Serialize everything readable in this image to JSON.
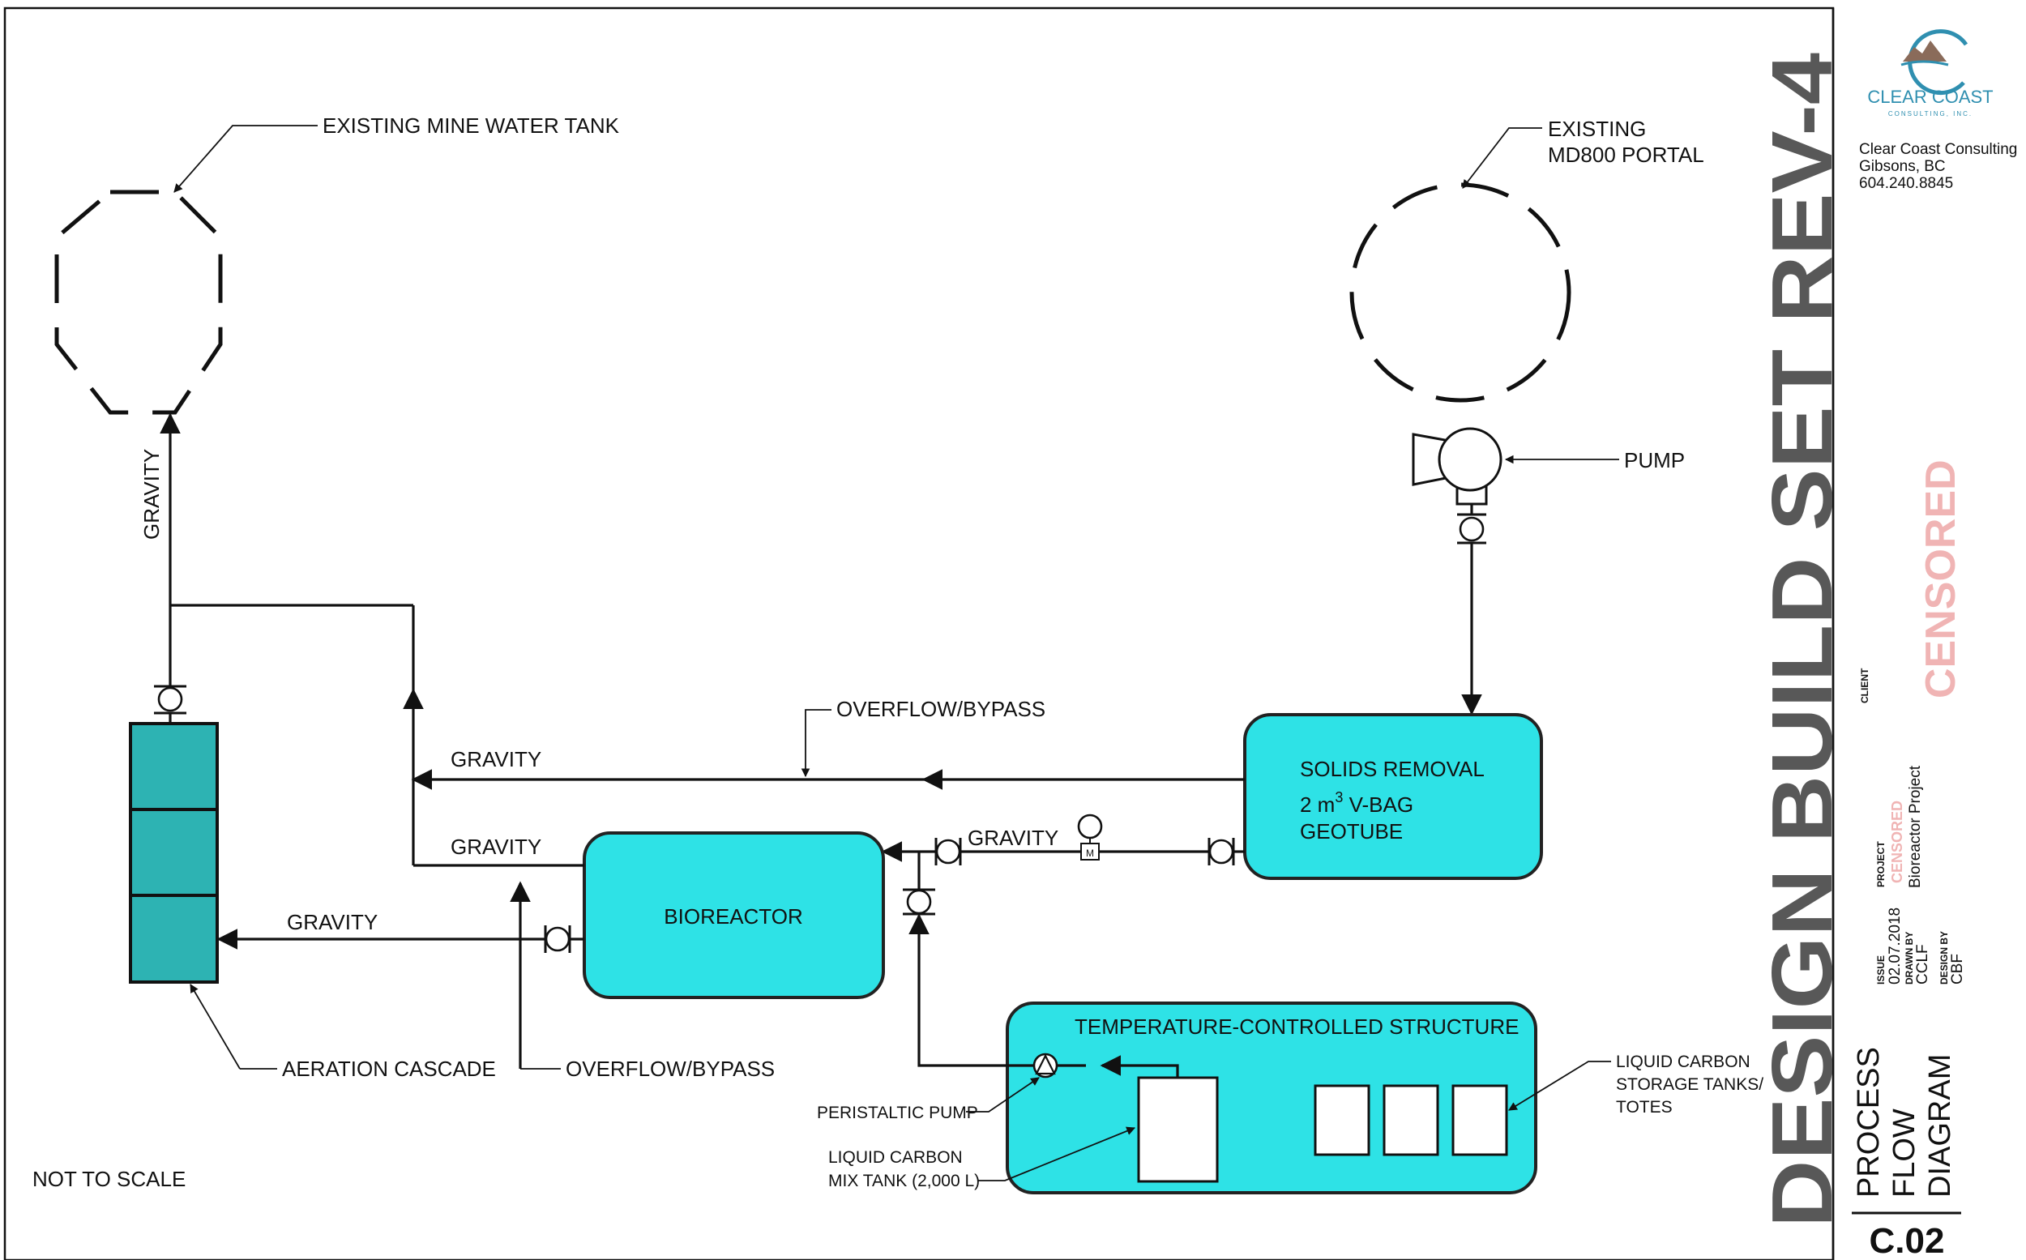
{
  "labels": {
    "existing_tank": "EXISTING MINE WATER TANK",
    "portal_line1": "EXISTING",
    "portal_line2": "MD800 PORTAL",
    "pump": "PUMP",
    "gravity": "GRAVITY",
    "overflow_bypass": "OVERFLOW/BYPASS",
    "solids_line1": "SOLIDS REMOVAL",
    "solids_line2_a": "2 m",
    "solids_line2_sup": "3",
    "solids_line2_b": " V-BAG",
    "solids_line3": "GEOTUBE",
    "bioreactor": "BIOREACTOR",
    "temp_structure": "TEMPERATURE-CONTROLLED STRUCTURE",
    "aeration_cascade": "AERATION CASCADE",
    "peristaltic_pump": "PERISTALTIC PUMP",
    "mix_tank_line1": "LIQUID CARBON",
    "mix_tank_line2": "MIX TANK (2,000 L)",
    "storage_line1": "LIQUID CARBON",
    "storage_line2": "STORAGE TANKS/",
    "storage_line3": "TOTES",
    "not_to_scale": "NOT TO SCALE",
    "meter_symbol": "M"
  },
  "title_block": {
    "logo_line1": "CLEAR COAST",
    "logo_line2": "CONSULTING, INC.",
    "company": "Clear Coast Consulting",
    "city": "Gibsons, BC",
    "phone": "604.240.8845",
    "stamp": "DESIGN BUILD SET REV-4",
    "client_label": "CLIENT",
    "client_value": "CENSORED",
    "project_label": "PROJECT",
    "project_censored": "CENSORED",
    "project_value": "Bioreactor Project",
    "issue_label": "ISSUE",
    "issue_value": "02.07.2018",
    "drawn_label": "DRAWN BY",
    "drawn_value": "CCLF",
    "design_label": "DESIGN BY",
    "design_value": "CBF",
    "sheet_title_1": "PROCESS",
    "sheet_title_2": "FLOW",
    "sheet_title_3": "DIAGRAM",
    "sheet_number": "C.02"
  },
  "colors": {
    "process_box": "#2ee2e6",
    "cascade": "#2db3b3",
    "stamp_gray": "#585858",
    "censored": "#f0b4b4",
    "logo_blue": "#2f8fb0"
  }
}
